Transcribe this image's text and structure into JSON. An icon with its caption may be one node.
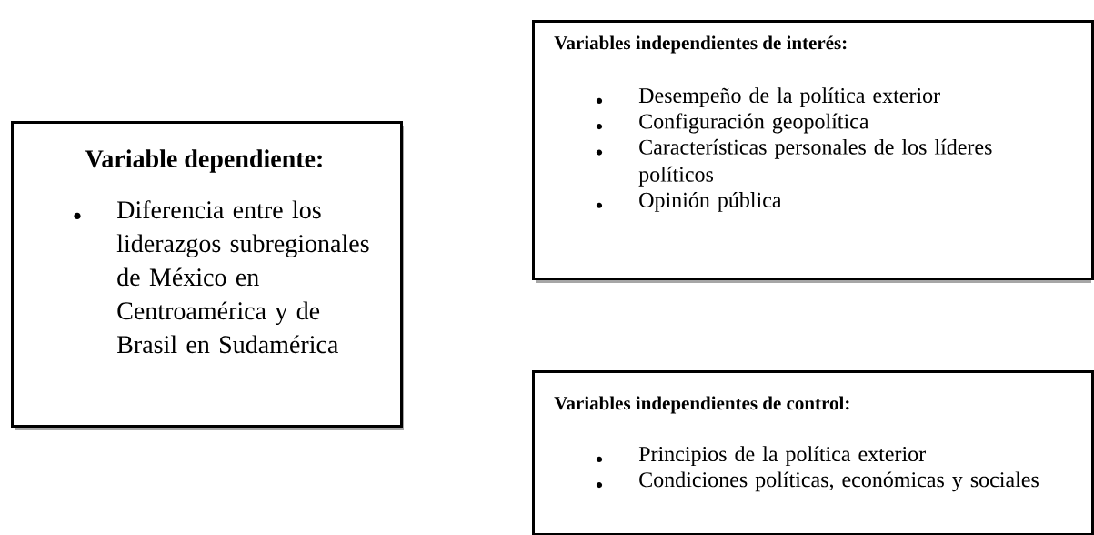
{
  "diagram": {
    "nodes": [
      {
        "text": [
          "Variable dependiente:",
          "Diferencia entre los liderazgos subregionales de México en Centroamérica y de Brasil en Sudamérica"
        ]
      },
      {
        "text": [
          "Variables independientes de interés:",
          "Desempeño de la política exterior",
          "Configuración geopolítica",
          "Características personales de los líderes políticos",
          "Opinión pública"
        ]
      },
      {
        "text": [
          "Variables independientes de control:",
          "Principios de la política exterior",
          "Condiciones políticas, económicas y sociales"
        ]
      }
    ]
  }
}
